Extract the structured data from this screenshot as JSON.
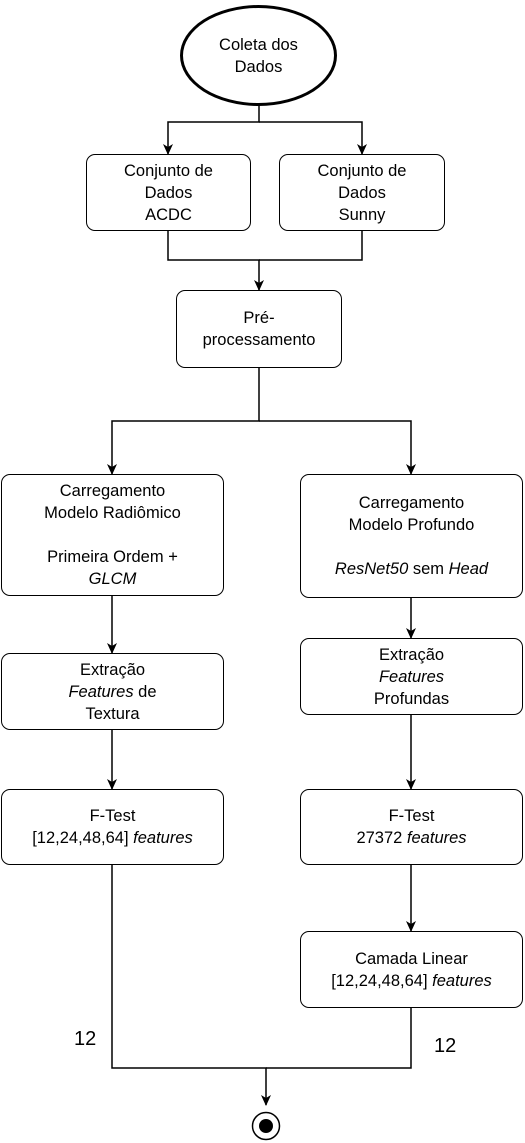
{
  "nodes": {
    "start": {
      "line1": "Coleta dos",
      "line2": "Dados"
    },
    "acdc": {
      "line1": "Conjunto de",
      "line2": "Dados",
      "line3": "ACDC"
    },
    "sunny": {
      "line1": "Conjunto de",
      "line2": "Dados",
      "line3": "Sunny"
    },
    "preproc": {
      "line1": "Pré-",
      "line2": "processamento"
    },
    "radiomic_model": {
      "line1": "Carregamento",
      "line2": "Modelo Radiômico",
      "line3": "Primeira Ordem +",
      "line4": "GLCM"
    },
    "deep_model": {
      "line1": "Carregamento",
      "line2": "Modelo Profundo",
      "line3_italic1": "ResNet50",
      "line3_mid": " sem ",
      "line3_italic2": "Head"
    },
    "texture_extract": {
      "line1": "Extração",
      "line2_italic": "Features",
      "line2_rest": " de",
      "line3": "Textura"
    },
    "deep_extract": {
      "line1": "Extração",
      "line2_italic": "Features",
      "line3": "Profundas"
    },
    "ftest_left": {
      "line1": "F-Test",
      "line2_plain": "[12,24,48,64] ",
      "line2_italic": "features"
    },
    "ftest_right": {
      "line1": "F-Test",
      "line2_plain": "27372 ",
      "line2_italic": "features"
    },
    "linear": {
      "line1": "Camada Linear",
      "line2_plain": "[12,24,48,64] ",
      "line2_italic": "features"
    }
  },
  "edge_labels": {
    "left": "12",
    "right": "12"
  },
  "colors": {
    "stroke": "#000000",
    "background": "#ffffff"
  }
}
